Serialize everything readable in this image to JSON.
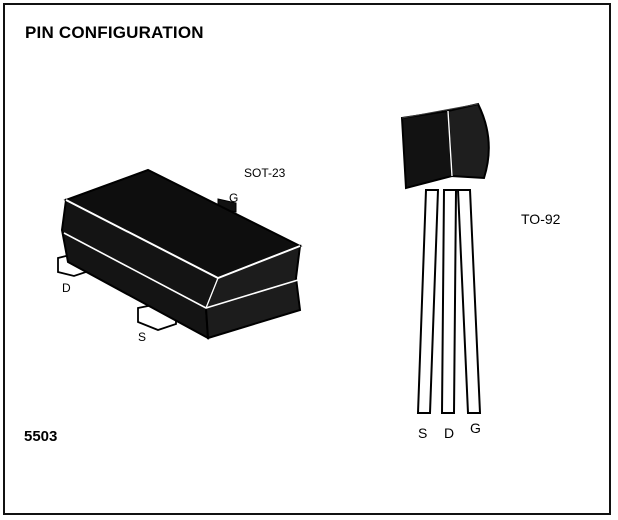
{
  "title": "PIN CONFIGURATION",
  "part_number": "5503",
  "sot23": {
    "package_label": "SOT-23",
    "pin_g": "G",
    "pin_d": "D",
    "pin_s": "S"
  },
  "to92": {
    "package_label": "TO-92",
    "pin_s": "S",
    "pin_d": "D",
    "pin_g": "G"
  }
}
